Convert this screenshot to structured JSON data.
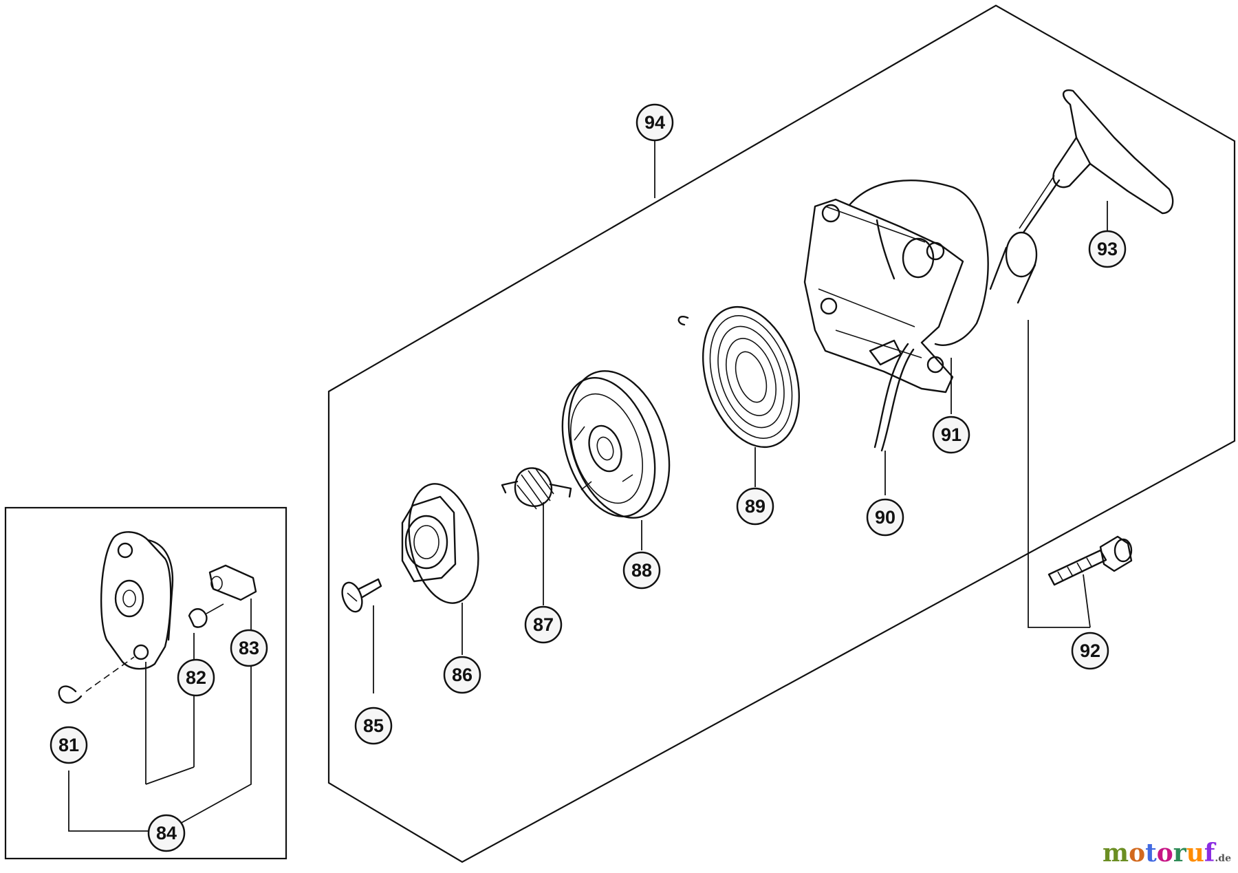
{
  "diagram": {
    "callouts": [
      "81",
      "82",
      "83",
      "84",
      "85",
      "86",
      "87",
      "88",
      "89",
      "90",
      "91",
      "92",
      "93",
      "94"
    ]
  },
  "watermark": {
    "text": "motoruf",
    "suffix": ".de",
    "colors": [
      "#6b8e23",
      "#d2691e",
      "#4169e1",
      "#c71585",
      "#2e8b57",
      "#ff8c00",
      "#8a2be2"
    ]
  }
}
